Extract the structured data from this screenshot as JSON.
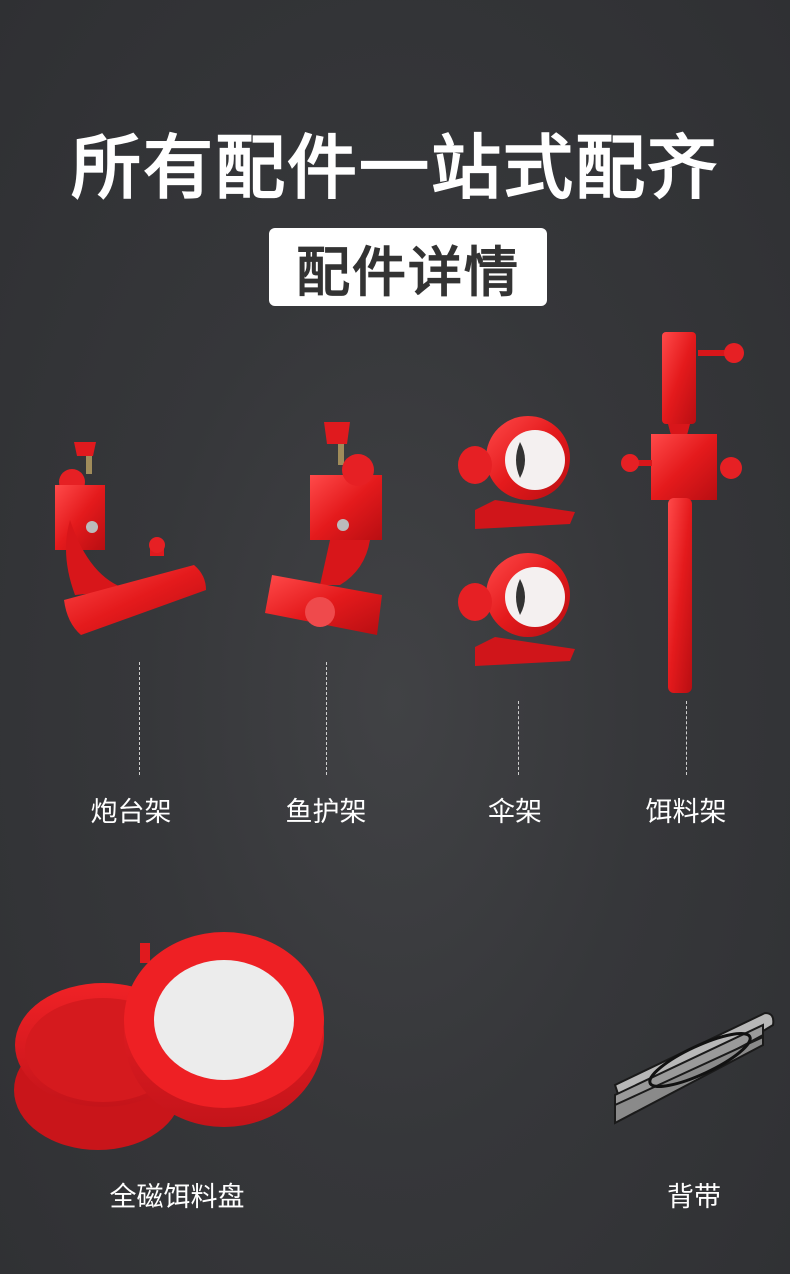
{
  "header": {
    "headline": "所有配件一站式配齐",
    "subtitle": "配件详情"
  },
  "colors": {
    "background": "#343538",
    "accent_red": "#e8161b",
    "subtitle_bg": "#ffffff",
    "subtitle_text": "#333333"
  },
  "products": [
    {
      "id": "turret-rack",
      "label": "炮台架",
      "icon": "turret-rack-icon"
    },
    {
      "id": "fish-guard-rack",
      "label": "鱼护架",
      "icon": "fish-guard-rack-icon"
    },
    {
      "id": "umbrella-rack",
      "label": "伞架",
      "icon": "umbrella-rack-icon"
    },
    {
      "id": "bait-rack",
      "label": "饵料架",
      "icon": "bait-rack-icon"
    },
    {
      "id": "magnetic-bait-tray",
      "label": "全磁饵料盘",
      "icon": "bait-tray-icon"
    },
    {
      "id": "shoulder-strap",
      "label": "背带",
      "icon": "strap-icon"
    }
  ]
}
